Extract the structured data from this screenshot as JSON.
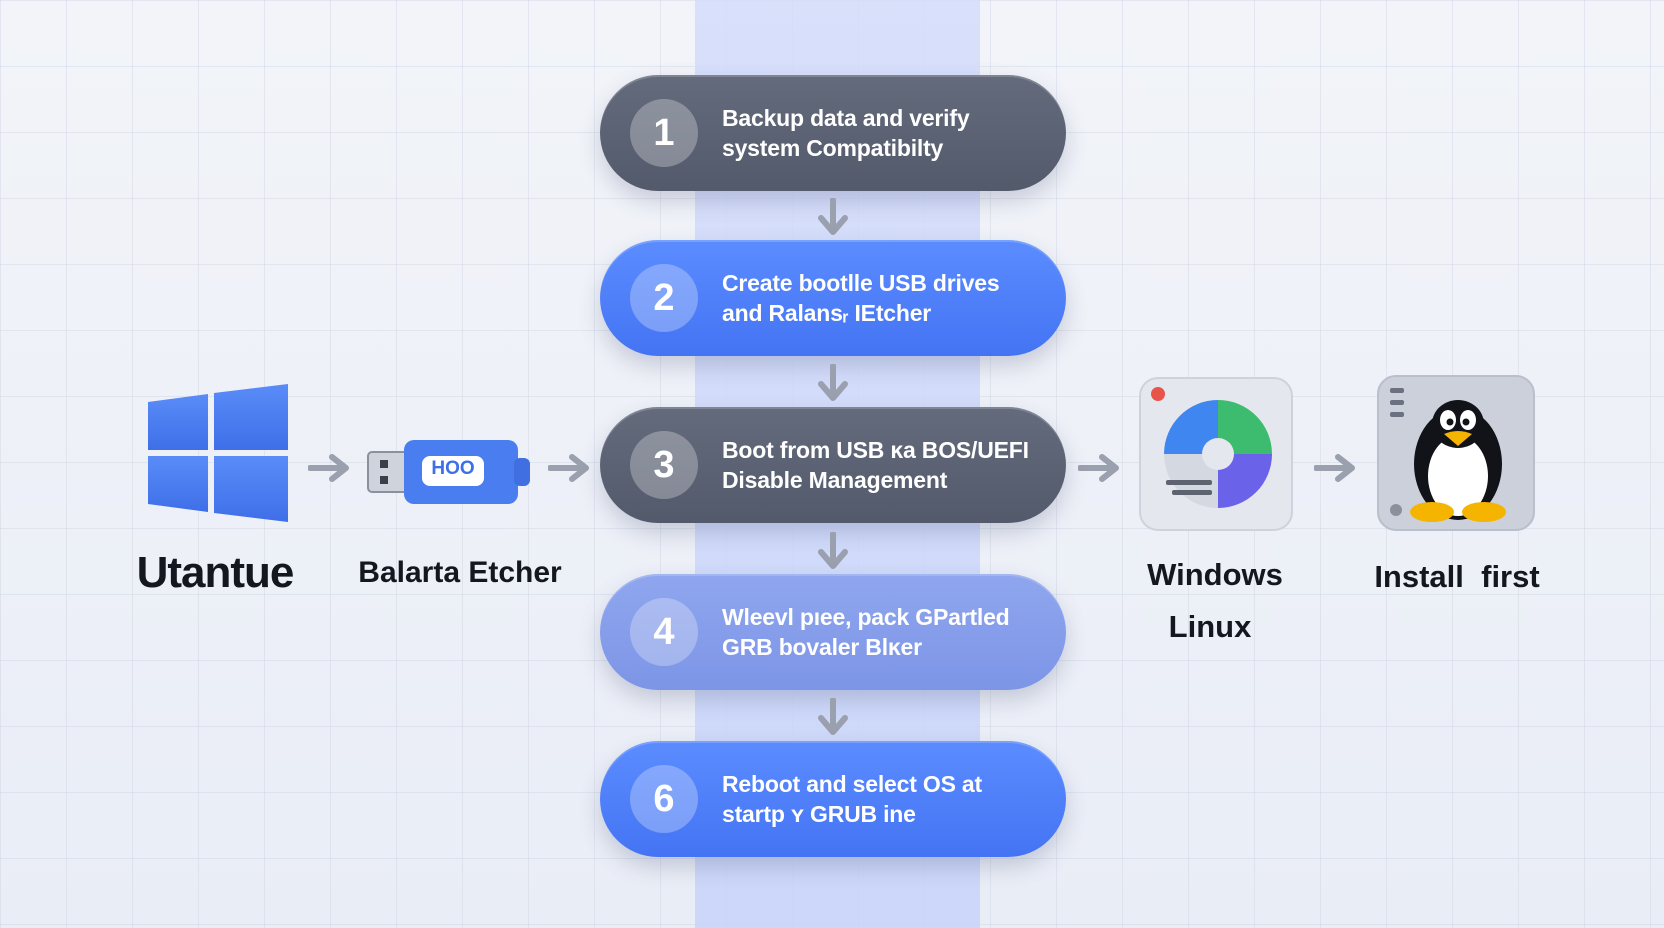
{
  "steps": [
    {
      "number": "1",
      "text": "Backup data and verify\nsystem Compatibilty"
    },
    {
      "number": "2",
      "text": "Create bootlle USB drives\nand Ralansᵣ ІEtcher"
    },
    {
      "number": "3",
      "text": "Boot from USB ĸa BOS/UEFI\nDisable Management"
    },
    {
      "number": "4",
      "text": "Wleevl pıee, pack GPartled\nGRB bovaler Blĸer"
    },
    {
      "number": "6",
      "text": "Reboot and select OS at\nstartp ʏ GRUB ine"
    }
  ],
  "left_labels": {
    "windows_logo": "Utantue",
    "usb_drive": "Balarta Etcher",
    "usb_badge": "HOO"
  },
  "right_labels": {
    "partition_line1": "Windows",
    "partition_line2": "Linux",
    "linux": "Install  first"
  },
  "colors": {
    "dark_step": "#5a6172",
    "blue_step": "#4f80fa",
    "light_step": "#8499ea",
    "arrow": "#9aa0ad",
    "windows_blue": "#4a7df0"
  },
  "icons": [
    "windows-logo-icon",
    "usb-drive-icon",
    "partition-disk-icon",
    "linux-penguin-icon"
  ]
}
